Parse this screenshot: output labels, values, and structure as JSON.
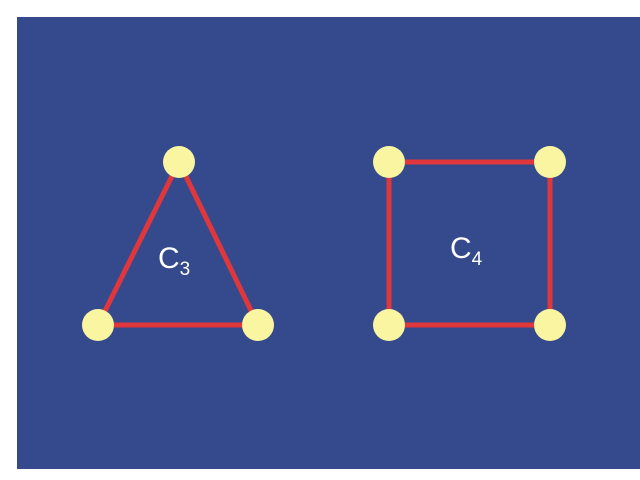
{
  "colors": {
    "panel_background": "#354a8c",
    "page_background": "#ffffff",
    "edge": "#e0373d",
    "node": "#f9f5a0",
    "label_text": "#ffffff"
  },
  "graphs": [
    {
      "id": "cycle-3",
      "label_main": "C",
      "label_sub": "3",
      "vertex_count": 3,
      "edge_count": 3
    },
    {
      "id": "cycle-4",
      "label_main": "C",
      "label_sub": "4",
      "vertex_count": 4,
      "edge_count": 4
    }
  ]
}
